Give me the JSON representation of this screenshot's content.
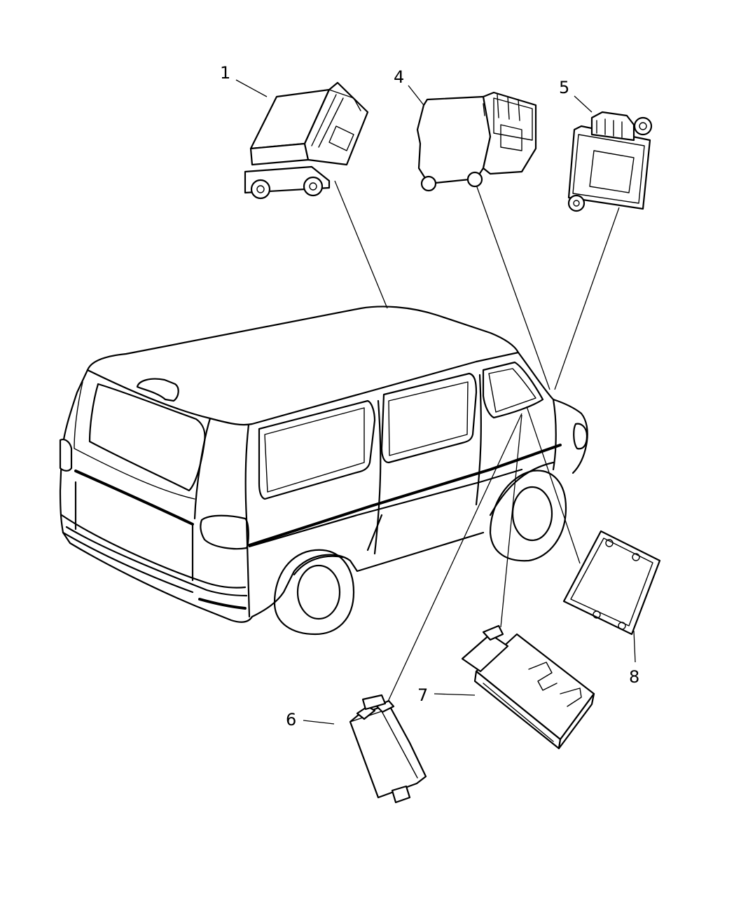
{
  "diagram": {
    "callouts": [
      {
        "id": "1",
        "label": "1"
      },
      {
        "id": "4",
        "label": "4"
      },
      {
        "id": "5",
        "label": "5"
      },
      {
        "id": "6",
        "label": "6"
      },
      {
        "id": "7",
        "label": "7"
      },
      {
        "id": "8",
        "label": "8"
      }
    ]
  }
}
